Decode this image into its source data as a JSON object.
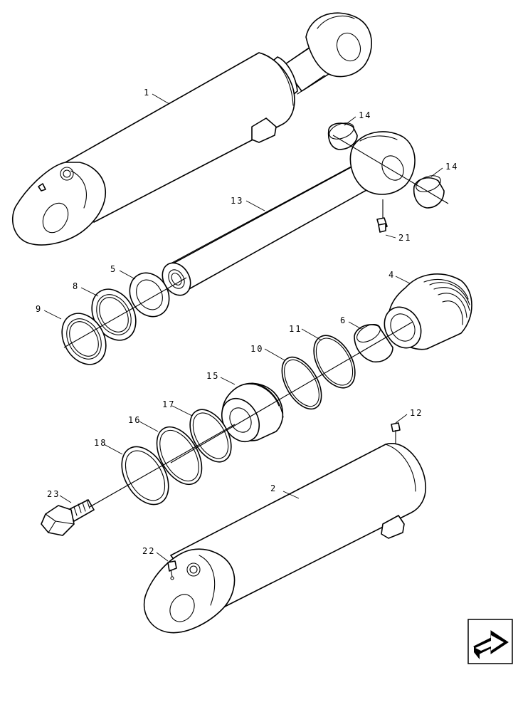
{
  "callouts": {
    "c1": "1",
    "c2": "2",
    "c4": "4",
    "c5": "5",
    "c6": "6",
    "c8": "8",
    "c9": "9",
    "c10": "10",
    "c11": "11",
    "c12": "12",
    "c13": "13",
    "c14a": "14",
    "c14b": "14",
    "c15": "15",
    "c16": "16",
    "c17": "17",
    "c18": "18",
    "c21": "21",
    "c22": "22",
    "c23": "23"
  },
  "nav": {
    "icon": "next-page-arrow-icon"
  }
}
